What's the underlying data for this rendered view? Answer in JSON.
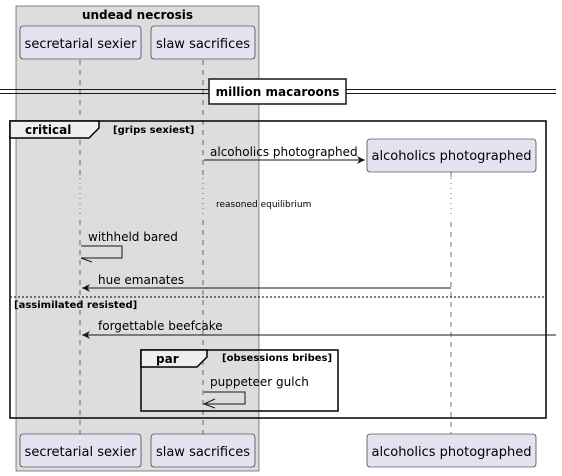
{
  "box": {
    "title": "undead necrosis",
    "fill": "#dddddd"
  },
  "participants": {
    "p1": "secretarial sexier",
    "p2": "slaw sacrifices",
    "p3": "alcoholics photographed",
    "fill": "#e2e2f0"
  },
  "divider": "million macaroons",
  "critical": {
    "keyword": "critical",
    "condition": "[grips sexiest]",
    "else_condition": "[assimilated resisted]"
  },
  "messages": {
    "m1": "alcoholics photographed",
    "delay": "reasoned equilibrium",
    "m2": "withheld bared",
    "m3": "hue emanates",
    "m4": "forgettable beefcake",
    "m5": "puppeteer gulch"
  },
  "par": {
    "keyword": "par",
    "condition": "[obsessions bribes]"
  }
}
